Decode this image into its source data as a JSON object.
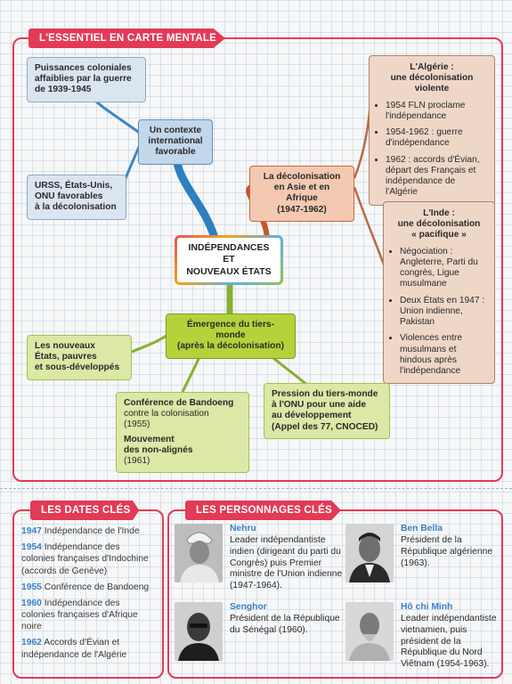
{
  "mindmap": {
    "tag": "L'ESSENTIEL EN CARTE MENTALE",
    "center": [
      "INDÉPENDANCES",
      "ET",
      "NOUVEAUX ÉTATS"
    ],
    "context": {
      "title": [
        "Un contexte",
        "international",
        "favorable"
      ],
      "powers": [
        "Puissances coloniales",
        "affaiblies par la guerre",
        "de 1939-1945"
      ],
      "urss": [
        "URSS, États-Unis,",
        "ONU favorables",
        "à la décolonisation"
      ]
    },
    "decolonisation": {
      "title": [
        "La décolonisation",
        "en Asie et en Afrique",
        "(1947-1962)"
      ],
      "algeria": {
        "title": [
          "L'Algérie :",
          "une décolonisation",
          "violente"
        ],
        "items": [
          "1954 FLN proclame l'indépendance",
          "1954-1962 : guerre d'indépendance",
          "1962 : accords d'Évian, départ des Français et indépendance de l'Algérie"
        ]
      },
      "india": {
        "title": [
          "L'Inde :",
          "une décolonisation",
          "« pacifique »"
        ],
        "items": [
          "Négociation : Angleterre, Parti du congrès, Ligue musulmane",
          "Deux États en 1947 : Union indienne, Pakistan",
          "Violences entre musulmans et hindous après l'indépendance"
        ]
      }
    },
    "thirdworld": {
      "title": [
        "Émergence du tiers-monde",
        "(après la décolonisation)"
      ],
      "new_states": [
        "Les nouveaux",
        "États, pauvres",
        "et sous-développés"
      ],
      "bandoeng": {
        "title": "Conférence de Bandoeng",
        "line2": "contre la colonisation",
        "year": "(1955)",
        "move1": "Mouvement",
        "move2": "des non-alignés",
        "year2": "(1961)"
      },
      "pressure": [
        "Pression du tiers-monde",
        "à l'ONU pour une aide",
        "au développement",
        "(Appel des 77, CNOCED)"
      ]
    }
  },
  "dates": {
    "tag": "LES DATES CLÉS",
    "items": [
      {
        "year": "1947",
        "text": "Indépendance de l'Inde"
      },
      {
        "year": "1954",
        "text": "Indépendance des colonies françaises d'Indochine (accords de Genève)"
      },
      {
        "year": "1955",
        "text": "Conférence de Bandoeng"
      },
      {
        "year": "1960",
        "text": "Indépendance des colonies françaises d'Afrique noire"
      },
      {
        "year": "1962",
        "text": "Accords d'Évian et indépendance de l'Algérie"
      }
    ]
  },
  "people": {
    "tag": "LES PERSONNAGES CLÉS",
    "items": [
      {
        "name": "Nehru",
        "text": "Leader indépendantiste indien (dirigeant du parti du Congrès) puis Premier ministre de l'Union indienne (1947-1964)."
      },
      {
        "name": "Ben Bella",
        "text": "Président de la République algérienne (1963)."
      },
      {
        "name": "Senghor",
        "text": "Président de la République du Sénégal (1960)."
      },
      {
        "name": "Hô chi Minh",
        "text": "Leader indépendantiste vietnamien, puis président de la République du Nord Viêtnam (1954-1963)."
      }
    ]
  },
  "colors": {
    "accent": "#e33a56",
    "year": "#3b7fc4",
    "green": "#b6d23a",
    "blue": "#c2d7ea",
    "orange": "#f3c9b2"
  }
}
